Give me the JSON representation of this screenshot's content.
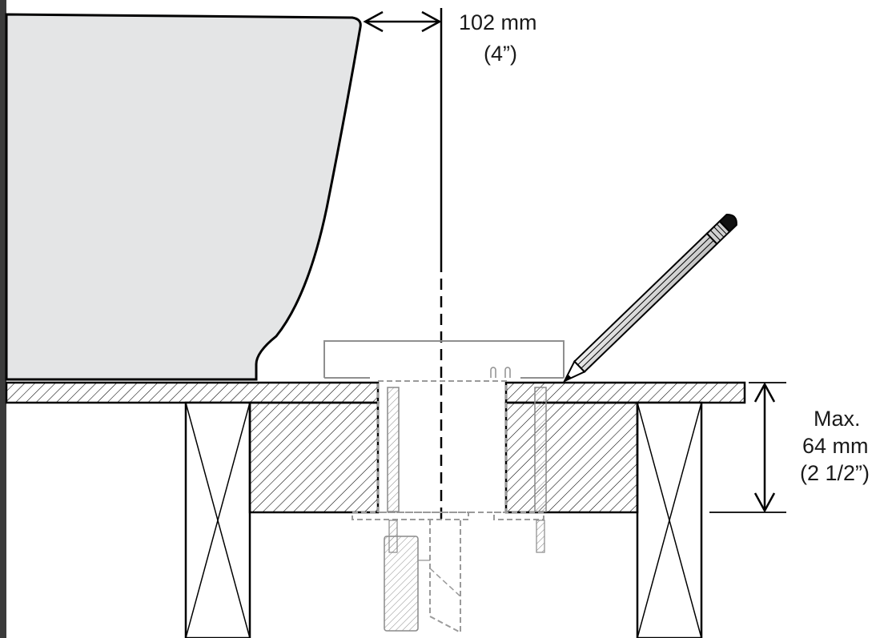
{
  "labels": {
    "top_dim_metric": "102 mm",
    "top_dim_imperial": "(4”)",
    "side_dim_prefix": "Max.",
    "side_dim_metric": "64 mm",
    "side_dim_imperial": "(2 1/2”)"
  },
  "colors": {
    "tub_fill": "#e4e5e6",
    "line": "#000000",
    "hidden_parts": "#9a9a9a",
    "left_edge_bar": "#3b3b3b"
  },
  "icons": [
    "pencil-icon",
    "spring-coil-icon"
  ]
}
